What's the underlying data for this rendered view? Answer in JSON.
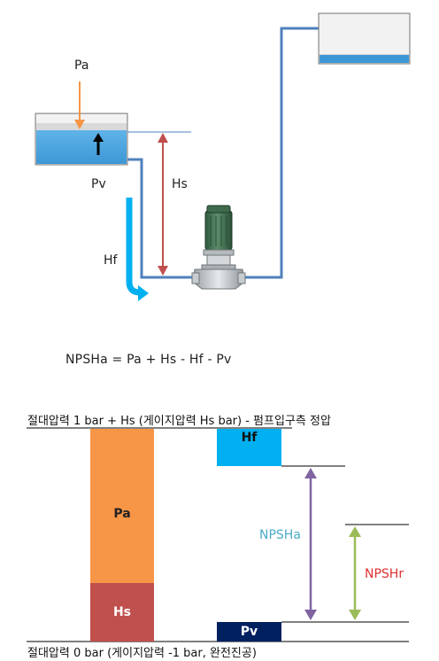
{
  "system_diagram": {
    "labels": {
      "pa": "Pa",
      "pv": "Pv",
      "hs": "Hs",
      "hf": "Hf"
    }
  },
  "formula": {
    "text": "NPSHa = Pa + Hs - Hf - Pv"
  },
  "pressure_diagram": {
    "top_caption": "절대압력 1 bar + Hs (게이지압력 Hs bar) - 펌프입구측 정압",
    "bottom_caption": "절대압력 0 bar (게이지압력 -1 bar, 완전진공)",
    "bars": {
      "pa": "Pa",
      "hs": "Hs",
      "hf": "Hf",
      "pv": "Pv"
    },
    "npsha": "NPSHa",
    "npshr": "NPSHr",
    "colors": {
      "pa": "#f79646",
      "hs": "#c0504d",
      "hf": "#00b0f0",
      "pv": "#002060",
      "npsha": "#8064a2",
      "npshr": "#9bbb59",
      "npsha_text": "#4bacc6",
      "npshr_text": "#e03030"
    }
  }
}
